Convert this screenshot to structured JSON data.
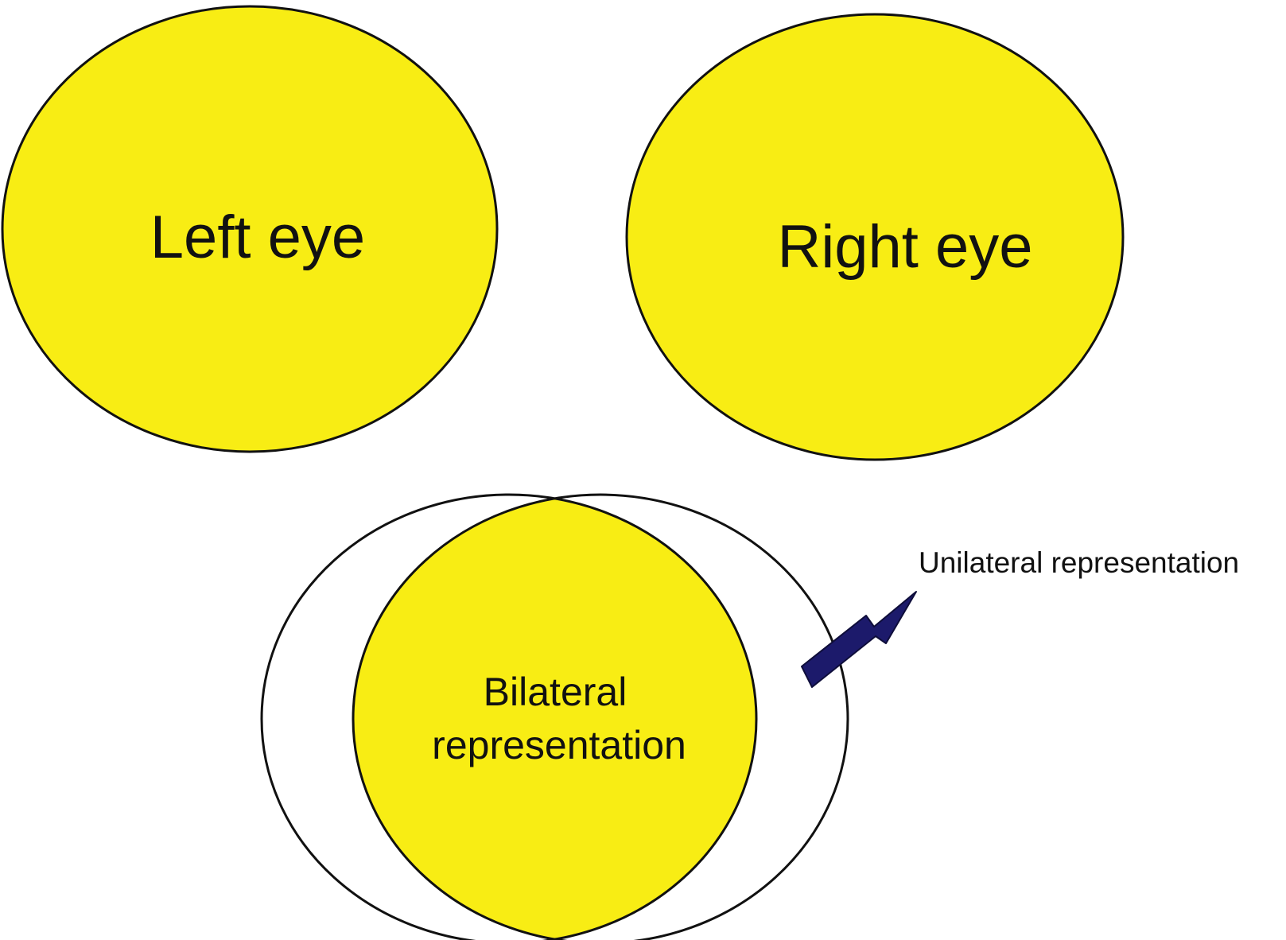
{
  "diagram": {
    "left_eye_label": "Left eye",
    "right_eye_label": "Right eye",
    "bilateral_label_line1": "Bilateral",
    "bilateral_label_line2": "representation",
    "unilateral_label": "Unilateral representation"
  },
  "colors": {
    "eye_fill": "#f8ed14",
    "outline": "#111111",
    "arrow": "#1c1a6b",
    "background": "#ffffff"
  }
}
